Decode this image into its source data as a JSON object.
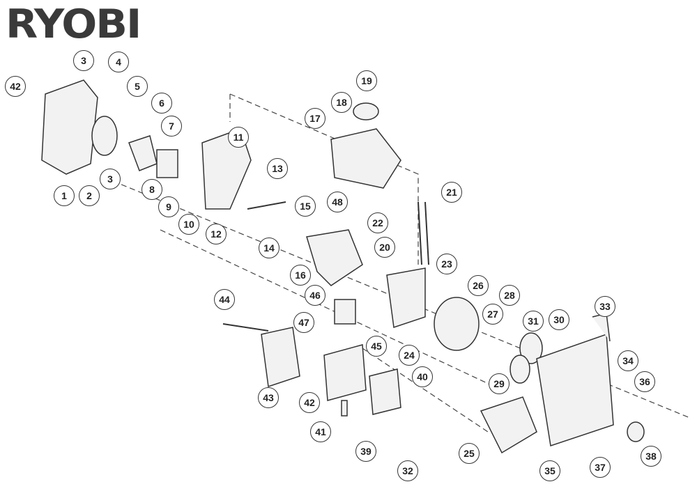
{
  "brand": {
    "logo_text": "RYOBI"
  },
  "diagram": {
    "title": "Exploded parts diagram",
    "callouts": [
      "42",
      "3",
      "4",
      "5",
      "6",
      "7",
      "11",
      "17",
      "18",
      "19",
      "13",
      "21",
      "1",
      "2",
      "3",
      "8",
      "9",
      "10",
      "12",
      "15",
      "48",
      "22",
      "14",
      "20",
      "16",
      "23",
      "26",
      "28",
      "46",
      "27",
      "31",
      "30",
      "33",
      "44",
      "47",
      "45",
      "24",
      "34",
      "29",
      "40",
      "36",
      "43",
      "42",
      "41",
      "39",
      "25",
      "32",
      "35",
      "37",
      "38"
    ]
  },
  "colors": {
    "line": "#333333",
    "part": "#555555"
  }
}
